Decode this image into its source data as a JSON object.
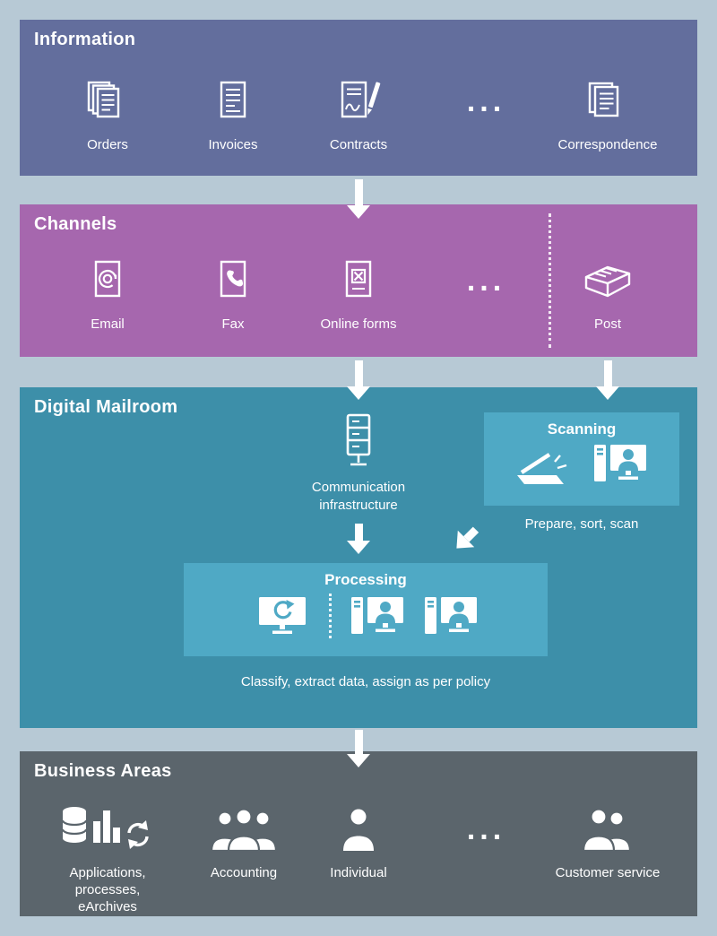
{
  "colors": {
    "background": "#b7c9d5",
    "information_band": "#636e9d",
    "channels_band": "#a667ae",
    "mailroom_band": "#3d8fa9",
    "mailroom_panel": "#4fa9c5",
    "business_band": "#5b656c",
    "text_and_icons": "#ffffff"
  },
  "information": {
    "title": "Information",
    "items": [
      {
        "label": "Orders",
        "icon": "orders-documents-icon"
      },
      {
        "label": "Invoices",
        "icon": "invoice-document-icon"
      },
      {
        "label": "Contracts",
        "icon": "contract-pen-icon"
      },
      {
        "label": "...",
        "icon": "ellipsis"
      },
      {
        "label": "Correspondence",
        "icon": "correspondence-stack-icon"
      }
    ]
  },
  "channels": {
    "title": "Channels",
    "items": [
      {
        "label": "Email",
        "icon": "email-at-document-icon"
      },
      {
        "label": "Fax",
        "icon": "fax-phone-document-icon"
      },
      {
        "label": "Online forms",
        "icon": "online-form-checkbox-icon"
      },
      {
        "label": "...",
        "icon": "ellipsis"
      },
      {
        "label": "Post",
        "icon": "post-box-icon"
      }
    ]
  },
  "mailroom": {
    "title": "Digital Mailroom",
    "infrastructure_label": "Communication infrastructure",
    "scanning": {
      "title": "Scanning",
      "caption": "Prepare, sort, scan"
    },
    "processing": {
      "title": "Processing",
      "caption": "Classify, extract data, assign as per policy"
    }
  },
  "business": {
    "title": "Business Areas",
    "items": [
      {
        "label": "Applications, processes, eArchives",
        "icon": "database-chart-refresh-icon"
      },
      {
        "label": "Accounting",
        "icon": "people-group-icon"
      },
      {
        "label": "Individual",
        "icon": "person-icon"
      },
      {
        "label": "...",
        "icon": "ellipsis"
      },
      {
        "label": "Customer service",
        "icon": "people-pair-icon"
      }
    ]
  }
}
